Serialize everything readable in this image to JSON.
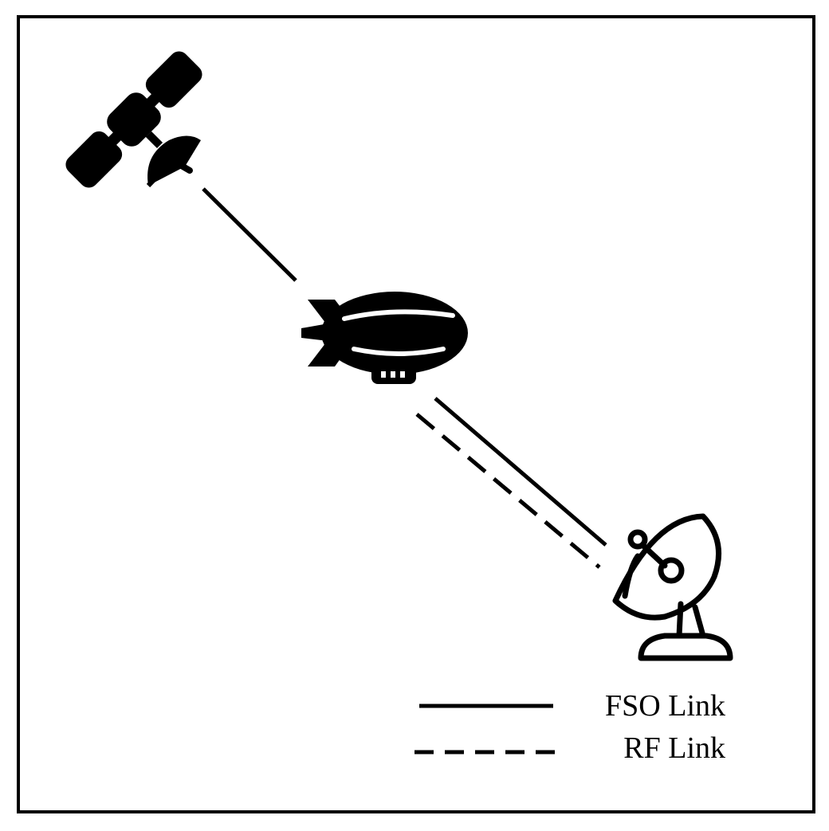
{
  "diagram": {
    "nodes": [
      {
        "id": "satellite",
        "icon": "satellite-icon"
      },
      {
        "id": "airship",
        "icon": "airship-icon"
      },
      {
        "id": "ground-station",
        "icon": "satellite-dish-icon"
      }
    ],
    "links": [
      {
        "from": "satellite",
        "to": "airship",
        "type": "FSO"
      },
      {
        "from": "airship",
        "to": "ground-station",
        "type": "FSO"
      },
      {
        "from": "airship",
        "to": "ground-station",
        "type": "RF"
      }
    ],
    "legend": {
      "fso_label": "FSO Link",
      "rf_label": "RF Link"
    },
    "colors": {
      "stroke": "#000000",
      "background": "#ffffff"
    }
  }
}
